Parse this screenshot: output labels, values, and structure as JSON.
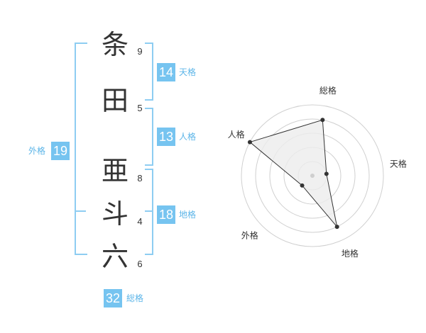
{
  "name": {
    "characters": [
      {
        "char": "条",
        "strokes": "9"
      },
      {
        "char": "田",
        "strokes": "5"
      },
      {
        "char": "亜",
        "strokes": "8"
      },
      {
        "char": "斗",
        "strokes": "4"
      },
      {
        "char": "六",
        "strokes": "6"
      }
    ]
  },
  "kaku": {
    "tenkaku": {
      "value": "14",
      "label": "天格"
    },
    "jinkaku": {
      "value": "13",
      "label": "人格"
    },
    "chikaku": {
      "value": "18",
      "label": "地格"
    },
    "gaikaku": {
      "value": "19",
      "label": "外格"
    },
    "soukaku": {
      "value": "32",
      "label": "総格"
    }
  },
  "colors": {
    "accent": "#76c4f0",
    "bracket": "#8ecdf2",
    "grid": "#d0d0d0",
    "fill": "#ececec"
  },
  "chart_data": {
    "type": "radar",
    "axes": [
      "総格",
      "天格",
      "地格",
      "外格",
      "人格"
    ],
    "values": [
      4,
      1,
      4,
      1,
      5
    ],
    "max": 5,
    "rings": 5
  }
}
